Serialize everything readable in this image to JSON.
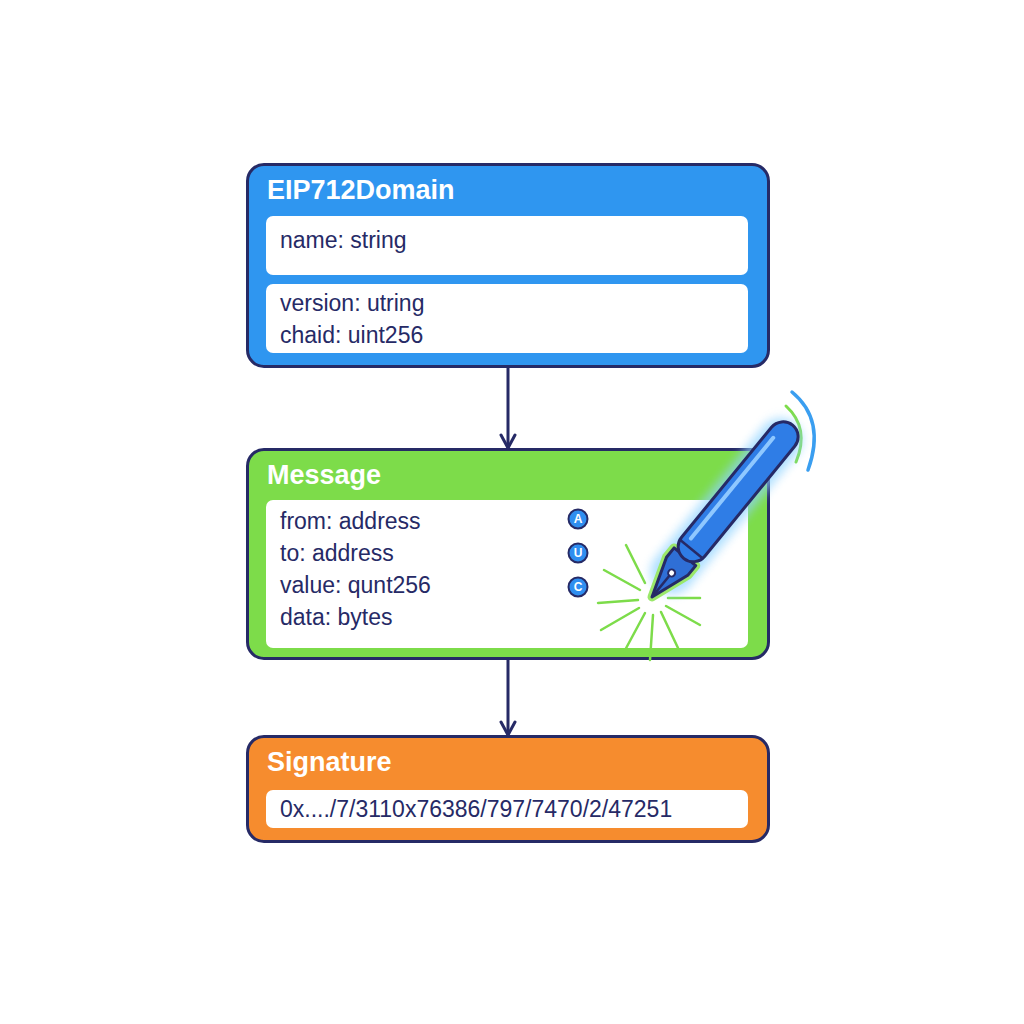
{
  "diagram": {
    "nodes": [
      {
        "text": [
          "EIP712Domain"
        ]
      },
      {
        "text": [
          "name: string"
        ],
        "in": 0
      },
      {
        "text": [
          "version: utring",
          "chaid: uint256"
        ],
        "in": 0
      },
      {
        "text": [
          "Message"
        ]
      },
      {
        "text": [
          "from: address",
          "to: address",
          "value: qunt256",
          "data: bytes"
        ],
        "in": 3
      },
      {
        "text": [
          "A"
        ],
        "in": 4
      },
      {
        "text": [
          "U"
        ],
        "in": 4
      },
      {
        "text": [
          "C"
        ],
        "in": 4
      },
      {
        "text": [
          "Signature"
        ]
      },
      {
        "text": [
          "0x..../7/3110x76386/797/7470/2/47251"
        ],
        "in": 8
      }
    ],
    "edges": [
      {
        "from": 0,
        "to": 3,
        "arrow": "to"
      },
      {
        "from": 3,
        "to": 8,
        "arrow": "to"
      }
    ]
  }
}
